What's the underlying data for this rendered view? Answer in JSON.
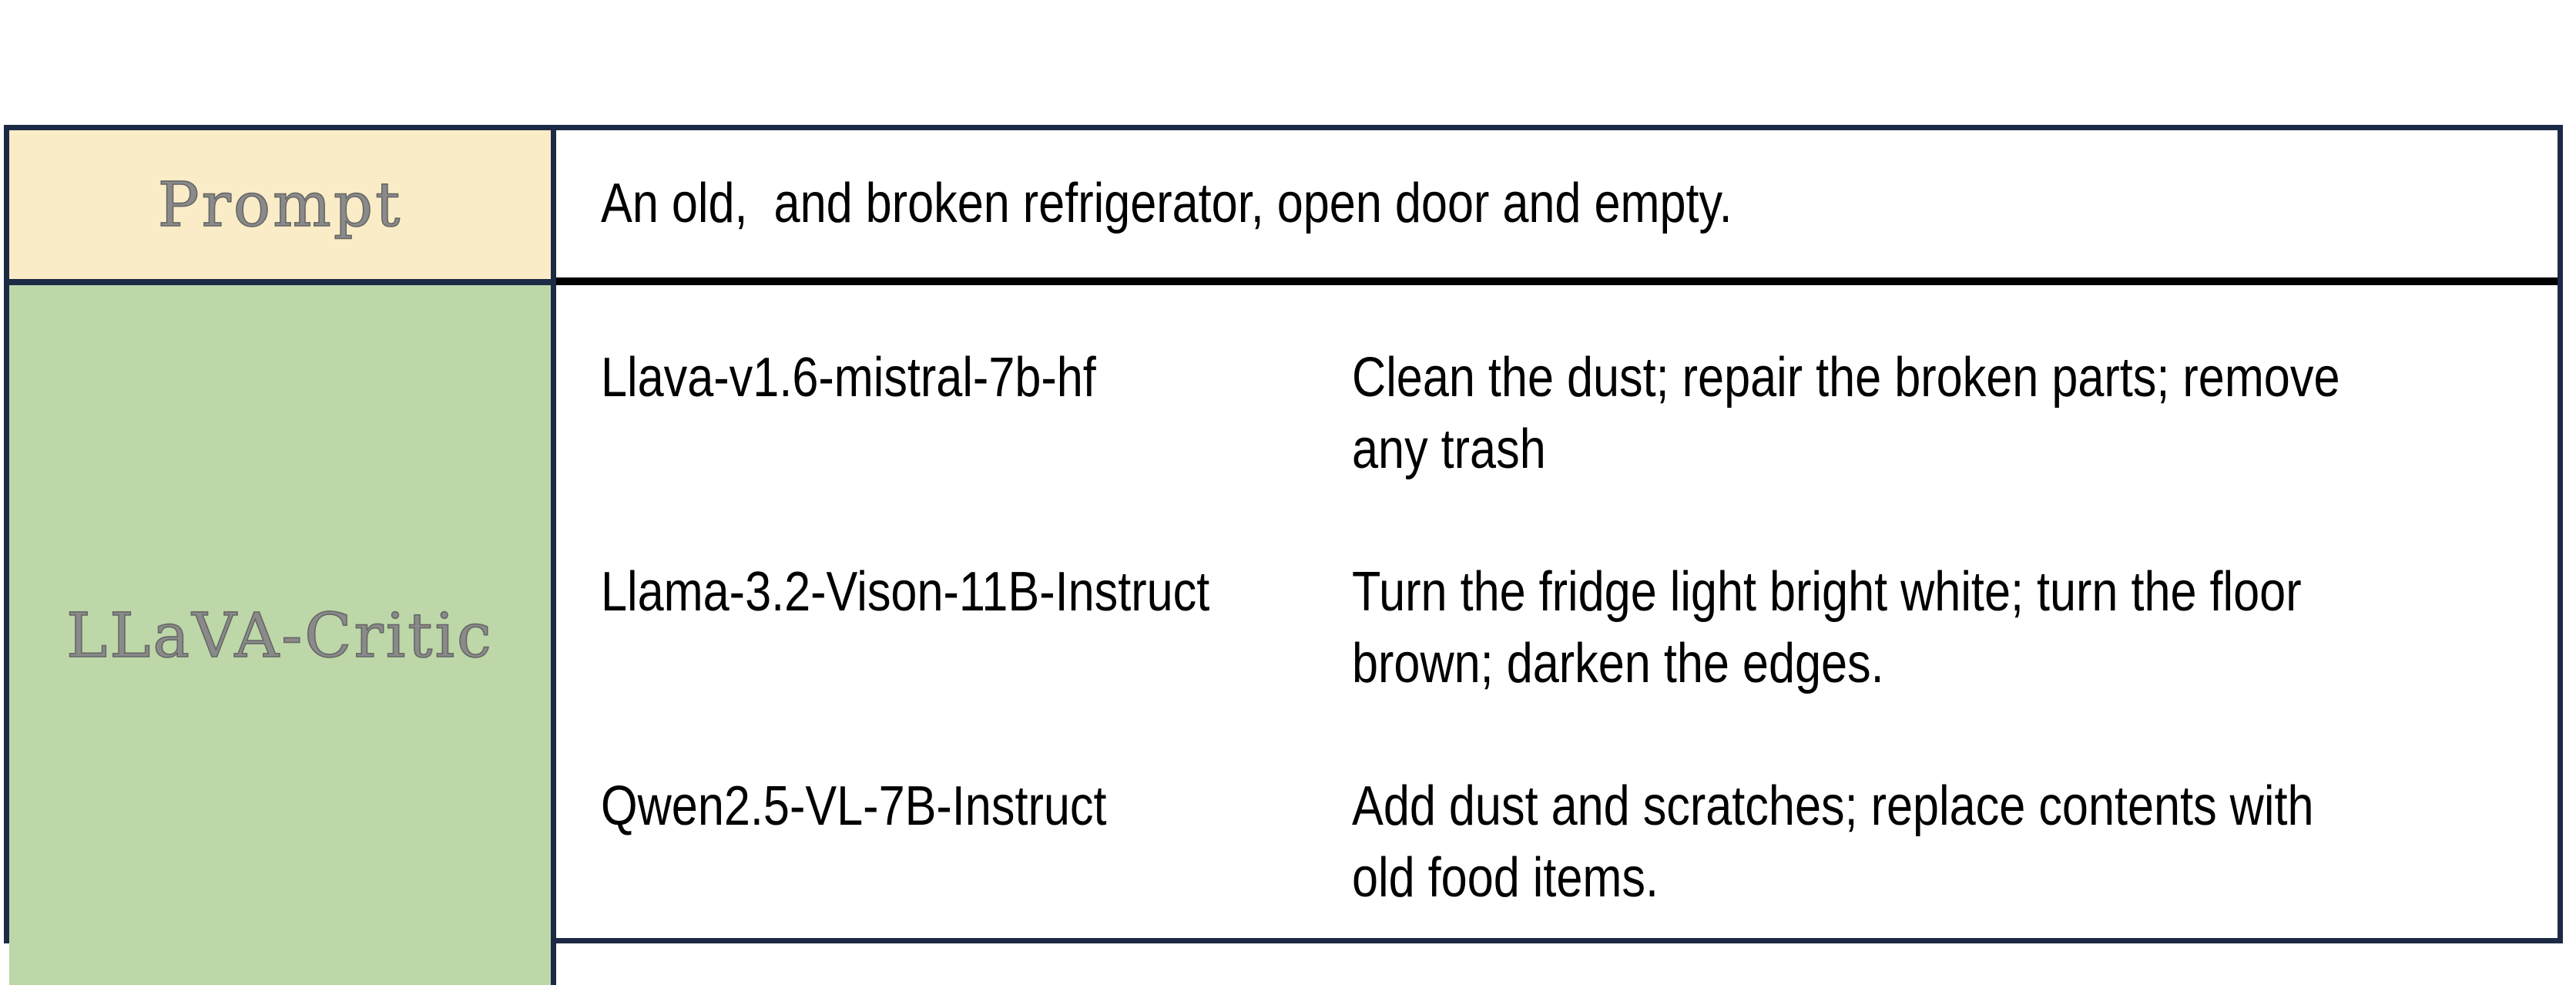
{
  "table": {
    "prompt_row": {
      "label": "Prompt",
      "text": "An old,  and broken refrigerator, open door and empty."
    },
    "critic_row": {
      "label": "LLaVA-Critic",
      "critiques": [
        {
          "model": "Llava-v1.6-mistral-7b-hf",
          "suggestion": "Clean the dust; repair the broken parts; remove any trash",
          "lines": [
            "Clean the dust; repair the broken parts; remove",
            "any trash"
          ]
        },
        {
          "model": "Llama-3.2-Vison-11B-Instruct",
          "suggestion": "Turn the fridge light bright white; turn the floor brown; darken the edges.",
          "lines": [
            "Turn the fridge light bright white; turn the floor",
            "brown; darken the edges."
          ]
        },
        {
          "model": "Qwen2.5-VL-7B-Instruct",
          "suggestion": "Add dust and scratches; replace contents with old food items.",
          "lines": [
            "Add dust and scratches; replace contents with",
            "old food items."
          ]
        }
      ]
    },
    "colors": {
      "prompt_cell_bg": "#FAECC6",
      "critic_cell_bg": "#BDD7A8",
      "border_navy": "#1D2A45",
      "prompt_row_divider": "#000000",
      "label_text_gray": "#8A8A8A",
      "body_text": "#000000"
    }
  }
}
